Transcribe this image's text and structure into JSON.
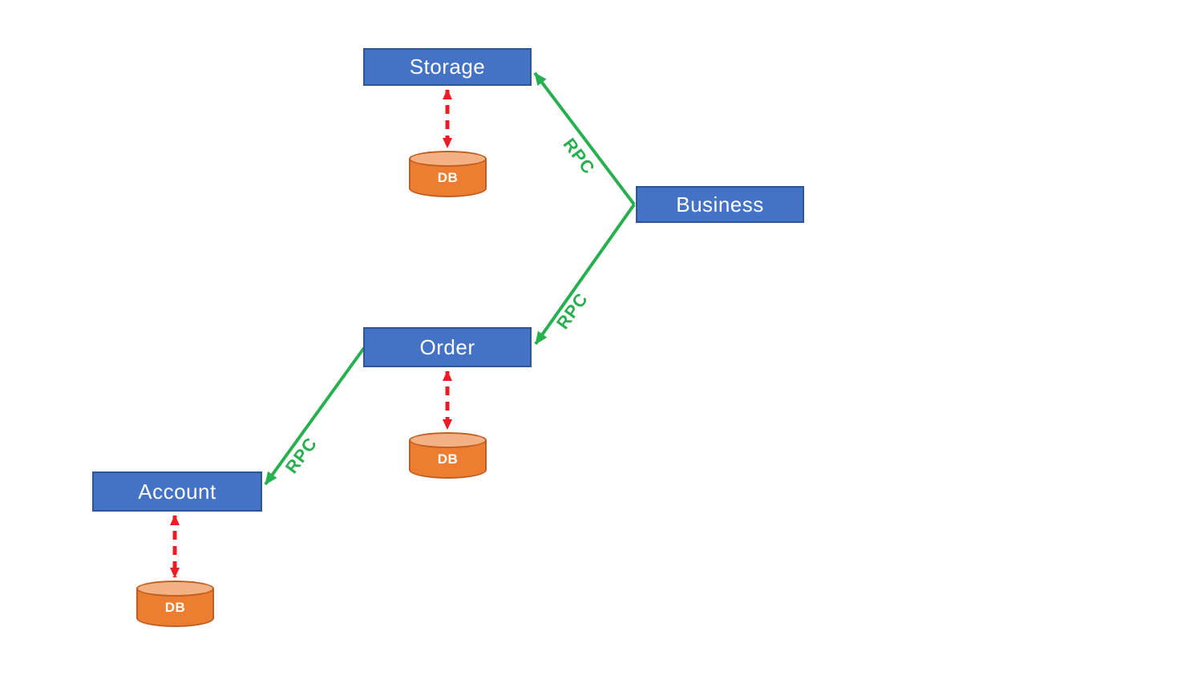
{
  "nodes": {
    "storage": {
      "label": "Storage"
    },
    "business": {
      "label": "Business"
    },
    "order": {
      "label": "Order"
    },
    "account": {
      "label": "Account"
    }
  },
  "databases": {
    "storage_db": {
      "label": "DB"
    },
    "order_db": {
      "label": "DB"
    },
    "account_db": {
      "label": "DB"
    }
  },
  "edges": {
    "business_to_storage": {
      "label": "RPC",
      "type": "rpc-call",
      "style": "solid-green-arrow"
    },
    "business_to_order": {
      "label": "RPC",
      "type": "rpc-call",
      "style": "solid-green-arrow"
    },
    "order_to_account": {
      "label": "RPC",
      "type": "rpc-call",
      "style": "solid-green-arrow"
    },
    "storage_to_db": {
      "label": "",
      "type": "db-link",
      "style": "red-dashed-double-arrow"
    },
    "order_to_db": {
      "label": "",
      "type": "db-link",
      "style": "red-dashed-double-arrow"
    },
    "account_to_db": {
      "label": "",
      "type": "db-link",
      "style": "red-dashed-double-arrow"
    }
  },
  "colors": {
    "node_fill": "#4472C4",
    "node_border": "#2F5597",
    "node_text": "#ffffff",
    "db_fill": "#ED7D31",
    "db_top_fill": "#F4B183",
    "db_border": "#C05E21",
    "rpc_arrow_green": "#28AF50",
    "db_link_red": "#ED1C24",
    "background": "#ffffff"
  }
}
